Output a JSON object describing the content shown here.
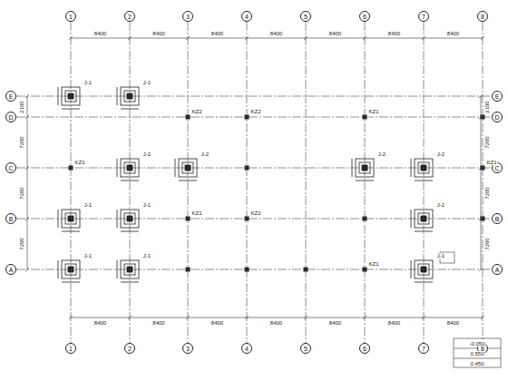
{
  "diagram": {
    "nodes": [
      {
        "text": [
          "1"
        ]
      },
      {
        "text": [
          "2"
        ]
      },
      {
        "text": [
          "3"
        ]
      },
      {
        "text": [
          "4"
        ]
      },
      {
        "text": [
          "5"
        ]
      },
      {
        "text": [
          "6"
        ]
      },
      {
        "text": [
          "7"
        ]
      },
      {
        "text": [
          "8"
        ]
      },
      {
        "text": [
          "E"
        ]
      },
      {
        "text": [
          "D"
        ]
      },
      {
        "text": [
          "C"
        ]
      },
      {
        "text": [
          "B"
        ]
      },
      {
        "text": [
          "A"
        ]
      },
      {
        "text": [
          "E"
        ]
      },
      {
        "text": [
          "D"
        ]
      },
      {
        "text": [
          "C"
        ]
      },
      {
        "text": [
          "B"
        ]
      },
      {
        "text": [
          "A"
        ]
      },
      {
        "text": [
          "1"
        ]
      },
      {
        "text": [
          "2"
        ]
      },
      {
        "text": [
          "3"
        ]
      },
      {
        "text": [
          "4"
        ]
      },
      {
        "text": [
          "5"
        ]
      },
      {
        "text": [
          "6"
        ]
      },
      {
        "text": [
          "7"
        ]
      },
      {
        "text": [
          "8"
        ]
      }
    ],
    "edges": [
      {
        "from": 0,
        "to": 18,
        "arrow": "none"
      },
      {
        "from": 1,
        "to": 19,
        "arrow": "none"
      },
      {
        "from": 2,
        "to": 20,
        "arrow": "none"
      },
      {
        "from": 3,
        "to": 21,
        "arrow": "none"
      },
      {
        "from": 4,
        "to": 22,
        "arrow": "none"
      },
      {
        "from": 5,
        "to": 23,
        "arrow": "none"
      },
      {
        "from": 6,
        "to": 24,
        "arrow": "none"
      },
      {
        "from": 7,
        "to": 25,
        "arrow": "none"
      },
      {
        "from": 8,
        "to": 13,
        "arrow": "none"
      },
      {
        "from": 9,
        "to": 14,
        "arrow": "none"
      },
      {
        "from": 10,
        "to": 15,
        "arrow": "none"
      },
      {
        "from": 11,
        "to": 16,
        "arrow": "none"
      },
      {
        "from": 12,
        "to": 17,
        "arrow": "none"
      }
    ],
    "labels": [
      "8400",
      "8400",
      "8400",
      "8400",
      "8400",
      "8400",
      "8400",
      "8400",
      "8400",
      "8400",
      "8400",
      "8400",
      "8400",
      "8400",
      "2100",
      "7200",
      "7200",
      "7200",
      "2100",
      "7200",
      "7200",
      "7200",
      "J-1",
      "J-1",
      "J-2",
      "J-2",
      "J-2",
      "J-2",
      "J-1",
      "J-1",
      "J-1",
      "J-1",
      "J-1",
      "J-1",
      "KZ1",
      "KZ2",
      "KZ2",
      "KZ1",
      "KZ1",
      "KZ1",
      "KZ2",
      "KZ1",
      "-0.050",
      "0.550",
      "0.450"
    ]
  }
}
